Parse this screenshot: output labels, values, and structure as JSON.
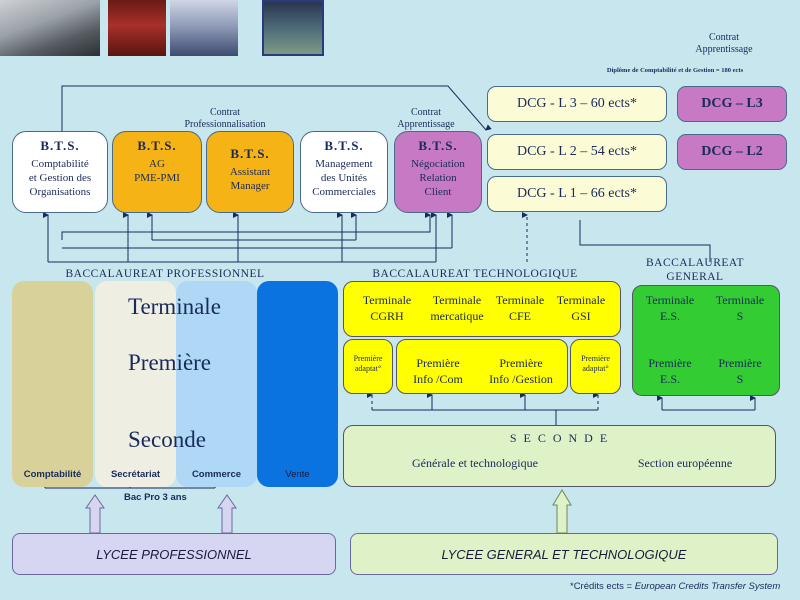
{
  "contracts": {
    "apprentissage_top": "Contrat\nApprentissage",
    "professionnalisation": "Contrat\nProfessionnalisation",
    "apprentissage_mid": "Contrat\nApprentissage"
  },
  "dcg_title": "Diplôme de Comptabilité et de Gestion = 180 ects",
  "dcg": {
    "l3": "DCG - L 3 – 60 ects*",
    "l2": "DCG - L 2 – 54 ects*",
    "l1": "DCG - L 1 – 66 ects*",
    "l3_app": "DCG – L3",
    "l2_app": "DCG – L2"
  },
  "bts": [
    {
      "title": "B.T.S.",
      "sub": "Comptabilité\net Gestion des\nOrganisations",
      "color": "#ffffff"
    },
    {
      "title": "B.T.S.",
      "sub": "AG\nPME-PMI",
      "color": "#f5b316"
    },
    {
      "title": "B.T.S.",
      "sub": "Assistant\nManager",
      "color": "#f5b316"
    },
    {
      "title": "B.T.S.",
      "sub": "Management\ndes Unités\nCommerciales",
      "color": "#ffffff"
    },
    {
      "title": "B.T.S.",
      "sub": "Négociation\nRelation\nClient",
      "color": "#c879c3"
    }
  ],
  "headers": {
    "pro": "BACCALAUREAT PROFESSIONNEL",
    "techno": "BACCALAUREAT TECHNOLOGIQUE",
    "general": "BACCALAUREAT\nGENERAL"
  },
  "pro": {
    "terminale": "Terminale",
    "premiere": "Première",
    "seconde": "Seconde",
    "columns": [
      {
        "label": "Comptabilité",
        "color": "#d8d29a"
      },
      {
        "label": "Secrétariat",
        "color": "#efeee2"
      },
      {
        "label": "Commerce",
        "color": "#aed8f5"
      },
      {
        "label": "Vente",
        "color": "#0a73df"
      }
    ],
    "bac_pro_label": "Bac Pro 3 ans"
  },
  "techno": {
    "terminales": [
      "Terminale\nCGRH",
      "Terminale\nmercatique",
      "Terminale\nCFE",
      "Terminale\nGSI"
    ],
    "premieres": [
      "Première\nInfo /Com",
      "Première\nInfo /Gestion"
    ],
    "premiere_adaptat": "Première\nadaptat°"
  },
  "general": {
    "terminales": [
      "Terminale\nE.S.",
      "Terminale\nS"
    ],
    "premieres": [
      "Première\nE.S.",
      "Première\nS"
    ]
  },
  "seconde_gt": {
    "title": "S E C O N D E",
    "left": "Générale et technologique",
    "right": "Section européenne"
  },
  "lycees": {
    "pro": "LYCEE PROFESSIONNEL",
    "gt": "LYCEE GENERAL ET TECHNOLOGIQUE"
  },
  "footnote": {
    "prefix": "*Crédits ects = ",
    "italic": "European Credits Transfer System"
  }
}
